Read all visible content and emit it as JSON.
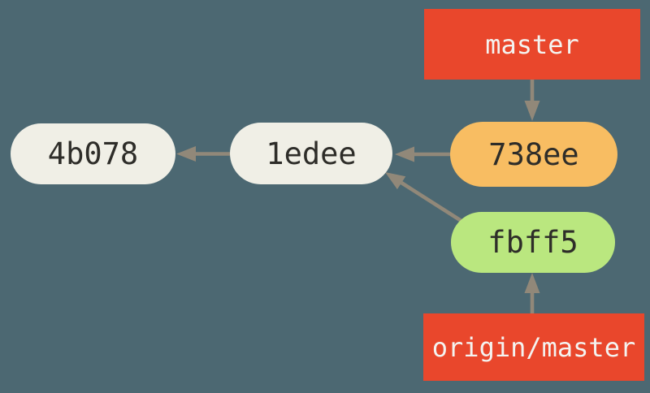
{
  "diagram": {
    "title": "git commit graph with diverged master and origin/master",
    "background": "#4C6872",
    "arrow_color": "#918879",
    "commit_text_color": "#2E2D29",
    "ref_text_color": "#F4F3F0",
    "commits": [
      {
        "id": "4b078",
        "label": "4b078",
        "color": "#F0EFE6"
      },
      {
        "id": "1edee",
        "label": "1edee",
        "color": "#F0EFE6"
      },
      {
        "id": "738ee",
        "label": "738ee",
        "color": "#F8BD62"
      },
      {
        "id": "fbff5",
        "label": "fbff5",
        "color": "#BAE77F"
      }
    ],
    "branch_refs": [
      {
        "id": "master",
        "label": "master",
        "color": "#E9472C",
        "points_to": "738ee"
      },
      {
        "id": "origin-master",
        "label": "origin/master",
        "color": "#E9472C",
        "points_to": "fbff5"
      }
    ],
    "edges": [
      {
        "from": "1edee",
        "to": "4b078"
      },
      {
        "from": "738ee",
        "to": "1edee"
      },
      {
        "from": "fbff5",
        "to": "1edee"
      },
      {
        "from": "master",
        "to": "738ee"
      },
      {
        "from": "origin/master",
        "to": "fbff5"
      }
    ]
  }
}
